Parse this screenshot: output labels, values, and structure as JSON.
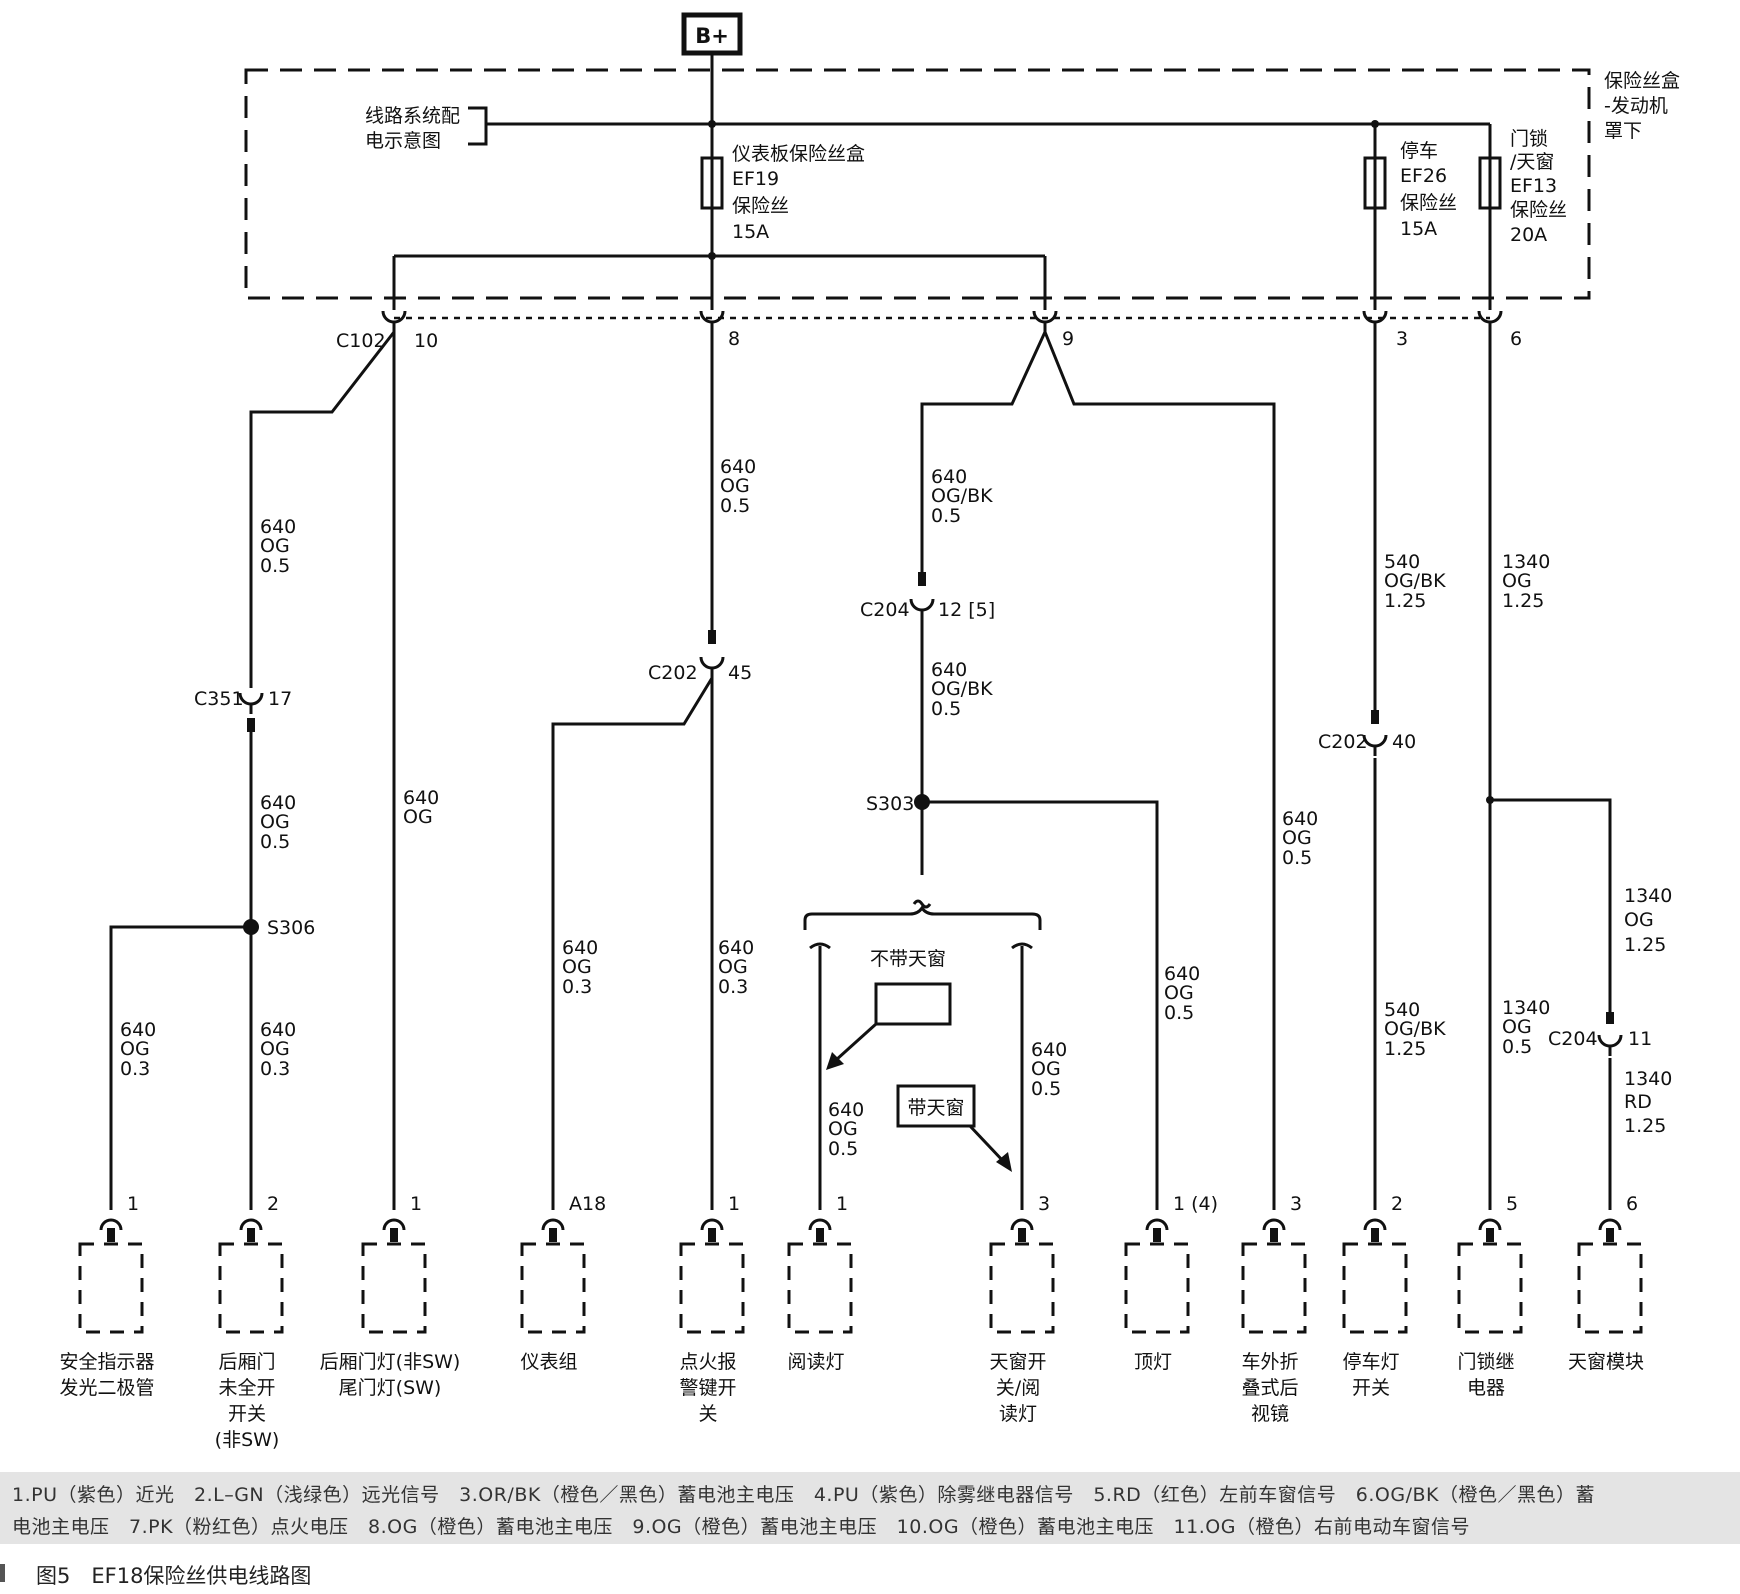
{
  "power": {
    "label": "B+"
  },
  "fusebox": {
    "name_lines": [
      "保险丝盒",
      "-发动机",
      "罩下"
    ],
    "ref_lines": [
      "线路系统配",
      "电示意图"
    ]
  },
  "fuses": [
    {
      "name_lines": [
        "仪表板保险丝盒",
        "EF19",
        "保险丝",
        "15A"
      ]
    },
    {
      "name_lines": [
        "停车",
        "EF26",
        "保险丝",
        "15A"
      ]
    },
    {
      "name_lines": [
        "门锁",
        "/天窗",
        "EF13",
        "保险丝",
        "20A"
      ]
    }
  ],
  "connectors": {
    "c102": {
      "id": "C102",
      "pins": [
        "10",
        "8",
        "9",
        "3",
        "6"
      ]
    },
    "c351": {
      "id": "C351",
      "pin": "17"
    },
    "c202a": {
      "id": "C202",
      "pin": "45"
    },
    "c204a": {
      "id": "C204",
      "pin": "12 [5]"
    },
    "c202b": {
      "id": "C202",
      "pin": "40"
    },
    "c204b": {
      "id": "C204",
      "pin": "11"
    }
  },
  "splices": [
    "S306",
    "S303"
  ],
  "wires": [
    {
      "lines": [
        "640",
        "OG",
        "0.5"
      ]
    },
    {
      "lines": [
        "640",
        "OG",
        "0.5"
      ]
    },
    {
      "lines": [
        "640",
        "OG",
        "0.3"
      ]
    },
    {
      "lines": [
        "640",
        "OG",
        "0.3"
      ]
    },
    {
      "lines": [
        "640",
        "OG"
      ]
    },
    {
      "lines": [
        "640",
        "OG",
        "0.5"
      ]
    },
    {
      "lines": [
        "640",
        "OG",
        "0.3"
      ]
    },
    {
      "lines": [
        "640",
        "OG",
        "0.3"
      ]
    },
    {
      "lines": [
        "640",
        "OG/BK",
        "0.5"
      ]
    },
    {
      "lines": [
        "640",
        "OG/BK",
        "0.5"
      ]
    },
    {
      "lines": [
        "640",
        "OG",
        "0.5"
      ]
    },
    {
      "lines": [
        "640",
        "OG",
        "0.5"
      ]
    },
    {
      "lines": [
        "640",
        "OG",
        "0.5"
      ]
    },
    {
      "lines": [
        "640",
        "OG",
        "0.5"
      ]
    },
    {
      "lines": [
        "540",
        "OG/BK",
        "1.25"
      ]
    },
    {
      "lines": [
        "540",
        "OG/BK",
        "1.25"
      ]
    },
    {
      "lines": [
        "1340",
        "OG",
        "1.25"
      ]
    },
    {
      "lines": [
        "1340",
        "OG",
        "0.5"
      ]
    },
    {
      "lines": [
        "1340",
        "OG",
        "1.25"
      ]
    },
    {
      "lines": [
        "1340",
        "RD",
        "1.25"
      ]
    }
  ],
  "options": {
    "without": "不带天窗",
    "with": "带天窗"
  },
  "components": [
    {
      "pin": "1",
      "name_lines": [
        "安全指示器",
        "发光二极管"
      ]
    },
    {
      "pin": "2",
      "name_lines": [
        "后厢门",
        "未全开",
        "开关",
        "(非SW)"
      ]
    },
    {
      "pin": "1",
      "name_lines": [
        "后厢门灯(非SW)",
        "尾门灯(SW)"
      ]
    },
    {
      "pin": "A18",
      "name_lines": [
        "仪表组"
      ]
    },
    {
      "pin": "1",
      "name_lines": [
        "点火报",
        "警键开",
        "关"
      ]
    },
    {
      "pin": "1",
      "name_lines": [
        "阅读灯"
      ]
    },
    {
      "pin": "3",
      "name_lines": [
        "天窗开",
        "关/阅",
        "读灯"
      ]
    },
    {
      "pin": "1 (4)",
      "name_lines": [
        "顶灯"
      ]
    },
    {
      "pin": "3",
      "name_lines": [
        "车外折",
        "叠式后",
        "视镜"
      ]
    },
    {
      "pin": "2",
      "name_lines": [
        "停车灯",
        "开关"
      ]
    },
    {
      "pin": "5",
      "name_lines": [
        "门锁继",
        "电器"
      ]
    },
    {
      "pin": "6",
      "name_lines": [
        "天窗模块"
      ]
    }
  ],
  "legend": {
    "line1": "1.PU（紫色）近光　2.L–GN（浅绿色）远光信号　3.OR/BK（橙色／黑色）蓄电池主电压　4.PU（紫色）除雾继电器信号　5.RD（红色）左前车窗信号　6.OG/BK（橙色／黑色）蓄",
    "line2": "电池主电压　7.PK（粉红色）点火电压　8.OG（橙色）蓄电池主电压　9.OG（橙色）蓄电池主电压　10.OG（橙色）蓄电池主电压　11.OG（橙色）右前电动车窗信号"
  },
  "caption": "图5　EF18保险丝供电线路图"
}
